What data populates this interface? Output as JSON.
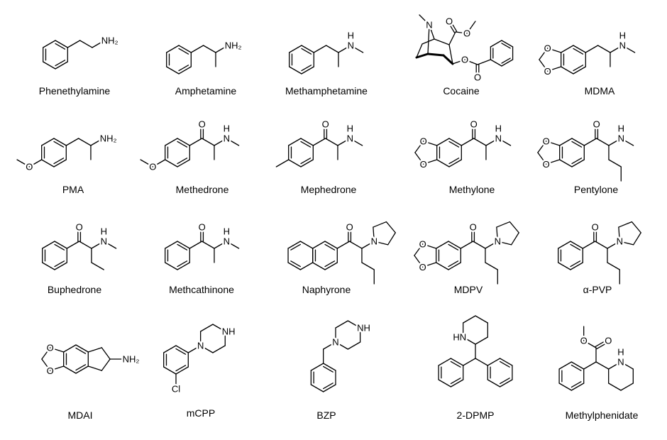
{
  "title": "Chemical structures of psychoactive substances",
  "molecules": [
    {
      "name": "Phenethylamine",
      "atoms": [
        "NH₂"
      ]
    },
    {
      "name": "Amphetamine",
      "atoms": [
        "NH₂"
      ]
    },
    {
      "name": "Methamphetamine",
      "atoms": [
        "N",
        "H"
      ]
    },
    {
      "name": "Cocaine",
      "atoms": [
        "N",
        "O",
        "O",
        "O",
        "O"
      ]
    },
    {
      "name": "MDMA",
      "atoms": [
        "O",
        "O",
        "N",
        "H"
      ]
    },
    {
      "name": "PMA",
      "atoms": [
        "O",
        "NH₂"
      ]
    },
    {
      "name": "Methedrone",
      "atoms": [
        "O",
        "O",
        "N",
        "H"
      ]
    },
    {
      "name": "Mephedrone",
      "atoms": [
        "O",
        "N",
        "H"
      ]
    },
    {
      "name": "Methylone",
      "atoms": [
        "O",
        "O",
        "O",
        "N",
        "H"
      ]
    },
    {
      "name": "Pentylone",
      "atoms": [
        "O",
        "O",
        "O",
        "N",
        "H"
      ]
    },
    {
      "name": "Buphedrone",
      "atoms": [
        "O",
        "N",
        "H"
      ]
    },
    {
      "name": "Methcathinone",
      "atoms": [
        "O",
        "N",
        "H"
      ]
    },
    {
      "name": "Naphyrone",
      "atoms": [
        "O",
        "N"
      ]
    },
    {
      "name": "MDPV",
      "atoms": [
        "O",
        "O",
        "O",
        "N"
      ]
    },
    {
      "name": "α-PVP",
      "atoms": [
        "O",
        "N"
      ]
    },
    {
      "name": "MDAI",
      "atoms": [
        "O",
        "O",
        "NH₂"
      ]
    },
    {
      "name": "mCPP",
      "atoms": [
        "N",
        "NH",
        "Cl"
      ]
    },
    {
      "name": "BZP",
      "atoms": [
        "N",
        "NH"
      ]
    },
    {
      "name": "2-DPMP",
      "atoms": [
        "HN"
      ]
    },
    {
      "name": "Methylphenidate",
      "atoms": [
        "O",
        "O",
        "N",
        "H"
      ]
    }
  ]
}
